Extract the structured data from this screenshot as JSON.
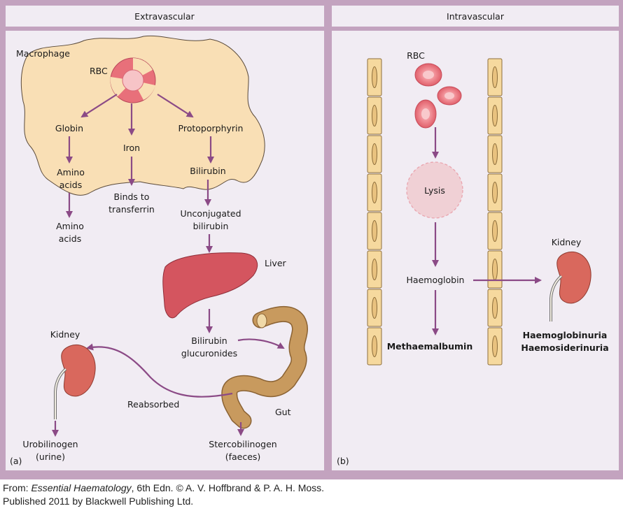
{
  "panels": {
    "a": {
      "header": "Extravascular",
      "tag": "(a)",
      "labels": {
        "macrophage": "Macrophage",
        "rbc": "RBC",
        "globin": "Globin",
        "iron": "Iron",
        "protoporphyrin": "Protoporphyrin",
        "amino_acids_inner_1": "Amino",
        "amino_acids_inner_2": "acids",
        "binds_1": "Binds to",
        "binds_2": "transferrin",
        "bilirubin": "Bilirubin",
        "amino_acids_outer_1": "Amino",
        "amino_acids_outer_2": "acids",
        "unconj_1": "Unconjugated",
        "unconj_2": "bilirubin",
        "liver": "Liver",
        "bil_gluc_1": "Bilirubin",
        "bil_gluc_2": "glucuronides",
        "kidney": "Kidney",
        "reabsorbed": "Reabsorbed",
        "gut": "Gut",
        "urob_1": "Urobilinogen",
        "urob_2": "(urine)",
        "sterc_1": "Stercobilinogen",
        "sterc_2": "(faeces)"
      }
    },
    "b": {
      "header": "Intravascular",
      "tag": "(b)",
      "labels": {
        "rbc": "RBC",
        "lysis": "Lysis",
        "haemoglobin": "Haemoglobin",
        "methaemalbumin": "Methaemalbumin",
        "kidney": "Kidney",
        "haemoglobinuria": "Haemoglobinuria",
        "haemosiderinuria": "Haemosiderinuria"
      }
    }
  },
  "credit": {
    "line1_prefix": "From: ",
    "line1_title": "Essential Haematology",
    "line1_suffix": ", 6th Edn. © A. V. Hoffbrand & P. A. H. Moss.",
    "line2": "Published 2011 by Blackwell Publishing Ltd."
  },
  "colors": {
    "frame": "#c3a3bf",
    "panel_bg": "#f1ecf3",
    "arrow": "#8b4a86",
    "macrophage": "#f9dfb5",
    "rbc": "#e8707a",
    "liver": "#d4555f",
    "gut": "#c89a5e",
    "kidney": "#d9685d",
    "vessel_cell": "#f6d99e"
  }
}
